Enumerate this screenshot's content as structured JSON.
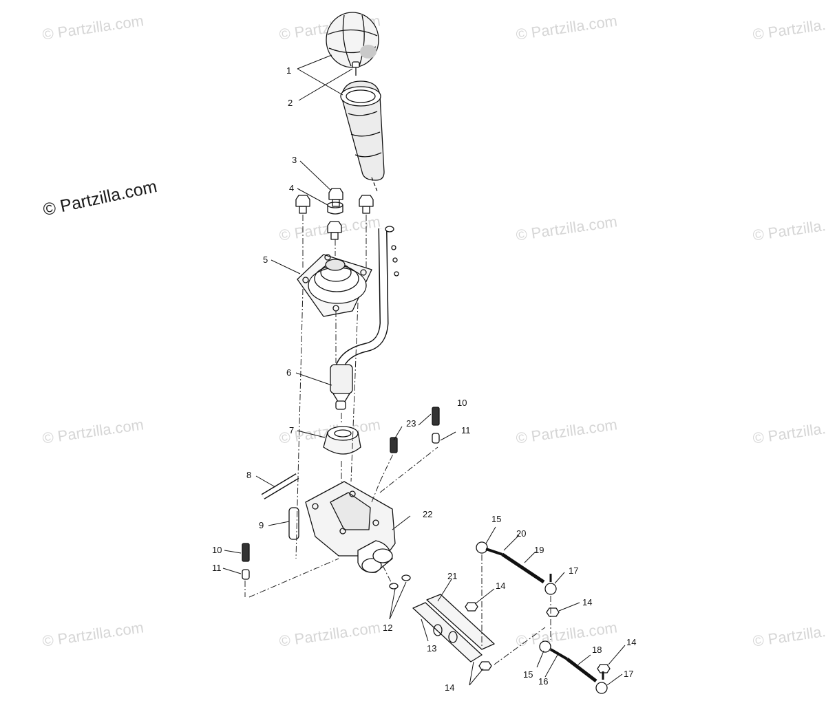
{
  "watermark_text": "© Partzilla.com",
  "brand_label": "© Partzilla.com",
  "callouts": {
    "c1": "1",
    "c2": "2",
    "c3": "3",
    "c4": "4",
    "c5": "5",
    "c6": "6",
    "c7": "7",
    "c8": "8",
    "c9": "9",
    "c10a": "10",
    "c10b": "10",
    "c11a": "11",
    "c11b": "11",
    "c12": "12",
    "c13": "13",
    "c14a": "14",
    "c14b": "14",
    "c14c": "14",
    "c14d": "14",
    "c15a": "15",
    "c15b": "15",
    "c16": "16",
    "c17a": "17",
    "c17b": "17",
    "c18": "18",
    "c19": "19",
    "c20": "20",
    "c21": "21",
    "c22": "22",
    "c23": "23"
  }
}
